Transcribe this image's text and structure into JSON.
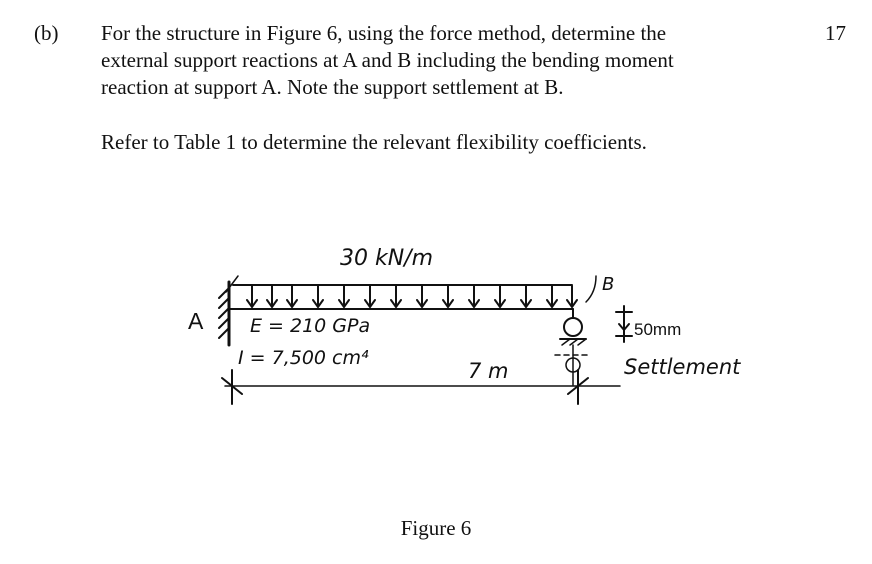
{
  "question": {
    "label": "(b)",
    "marks": "17",
    "lines": [
      "For the structure in Figure 6, using the force method, determine the",
      "external support reactions at A and B including the bending moment",
      "reaction at support A. Note the support settlement at B."
    ],
    "refer": "Refer to Table 1 to determine the relevant flexibility coefficients."
  },
  "figure": {
    "load": "30 kN/m",
    "support_a": "A",
    "support_b": "B",
    "modulus": "E = 210 GPa",
    "inertia": "I = 7,500 cm⁴",
    "span": "7 m",
    "settlement_value": "50mm",
    "settlement_label": "Settlement",
    "caption": "Figure 6"
  }
}
